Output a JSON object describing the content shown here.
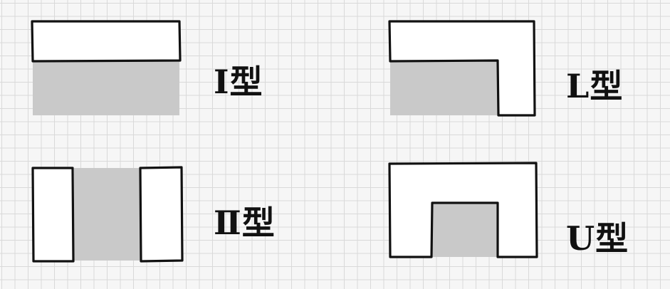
{
  "colors": {
    "paper": "#f6f6f6",
    "grid_line": "#d9d9d9",
    "wall_fill": "#ffffff",
    "wall_stroke": "#111111",
    "work_area": "#c9c9c9"
  },
  "layouts": [
    {
      "id": "i-type",
      "label": "I型"
    },
    {
      "id": "l-type",
      "label": "L型"
    },
    {
      "id": "ii-type",
      "label": "Ⅱ型"
    },
    {
      "id": "u-type",
      "label": "U型"
    }
  ]
}
